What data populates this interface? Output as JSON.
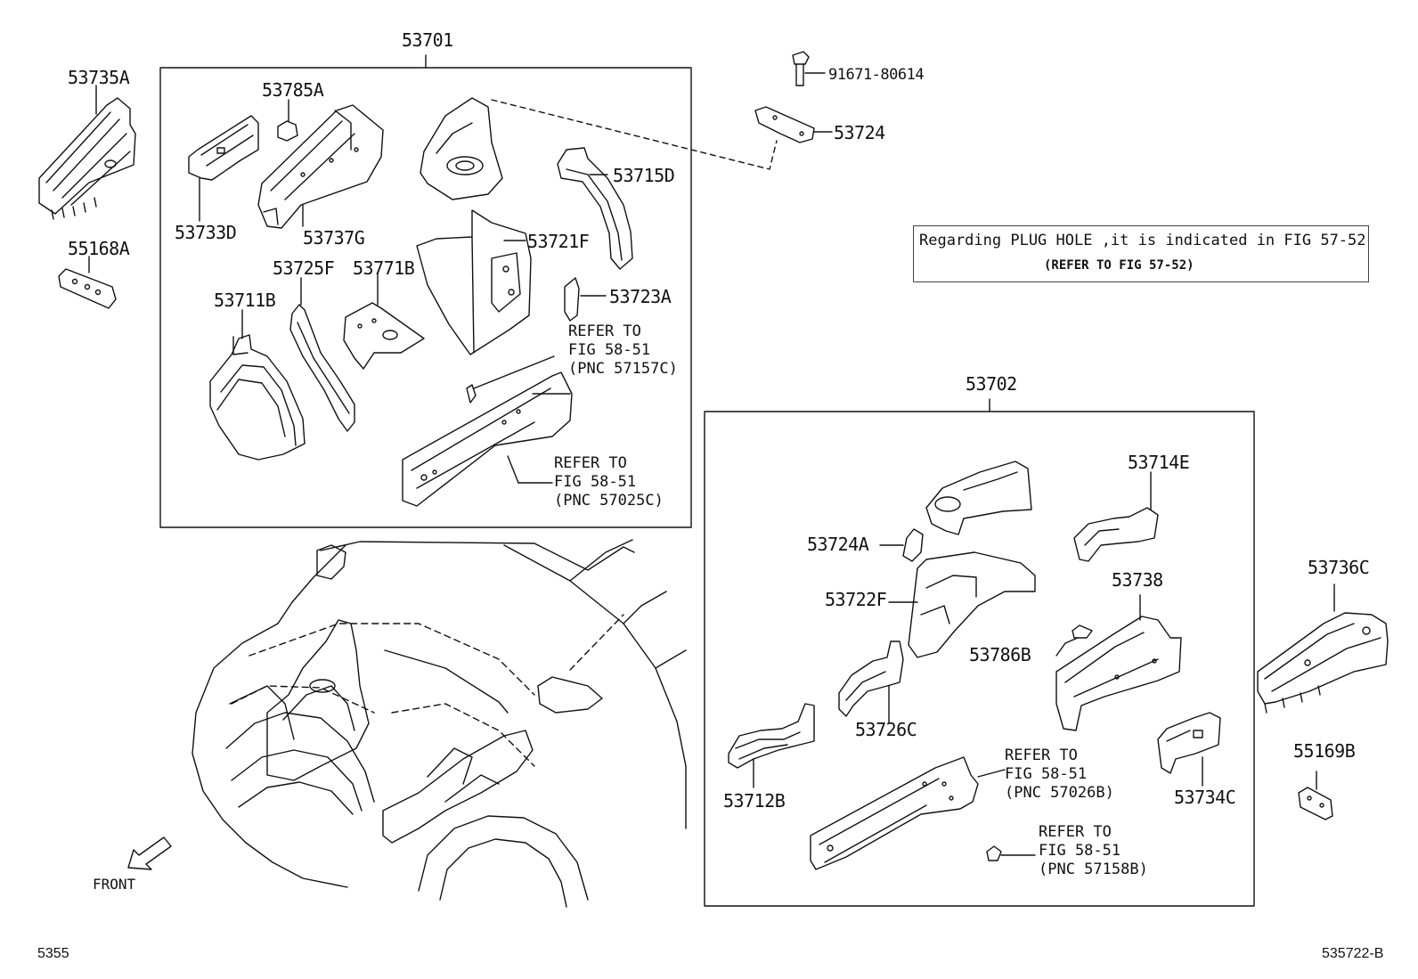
{
  "group_labels": {
    "g1": "53701",
    "g2": "53702"
  },
  "parts": {
    "p53735A": "53735A",
    "p55168A": "55168A",
    "p53785A": "53785A",
    "p53733D": "53733D",
    "p53737G": "53737G",
    "p53725F": "53725F",
    "p53771B": "53771B",
    "p53711B": "53711B",
    "p53721F": "53721F",
    "p53723A": "53723A",
    "p53715D": "53715D",
    "p53724": "53724",
    "p91671": "91671-80614",
    "p53714E": "53714E",
    "p53724A": "53724A",
    "p53722F": "53722F",
    "p53738": "53738",
    "p53786B": "53786B",
    "p53726C": "53726C",
    "p53712B": "53712B",
    "p53734C": "53734C",
    "p53736C": "53736C",
    "p55169B": "55169B"
  },
  "refers": [
    {
      "l1": "REFER TO",
      "l2": "FIG 58-51",
      "l3": "(PNC 57157C)"
    },
    {
      "l1": "REFER TO",
      "l2": "FIG 58-51",
      "l3": "(PNC 57025C)"
    },
    {
      "l1": "REFER TO",
      "l2": "FIG 58-51",
      "l3": "(PNC 57026B)"
    },
    {
      "l1": "REFER TO",
      "l2": "FIG 58-51",
      "l3": "(PNC 57158B)"
    }
  ],
  "note": {
    "line1": "Regarding PLUG HOLE ,it is indicated in FIG 57-52",
    "line2": "(REFER TO FIG 57-52)"
  },
  "front_label": "FRONT",
  "page_code": "5355",
  "drawing_code": "535722-B"
}
